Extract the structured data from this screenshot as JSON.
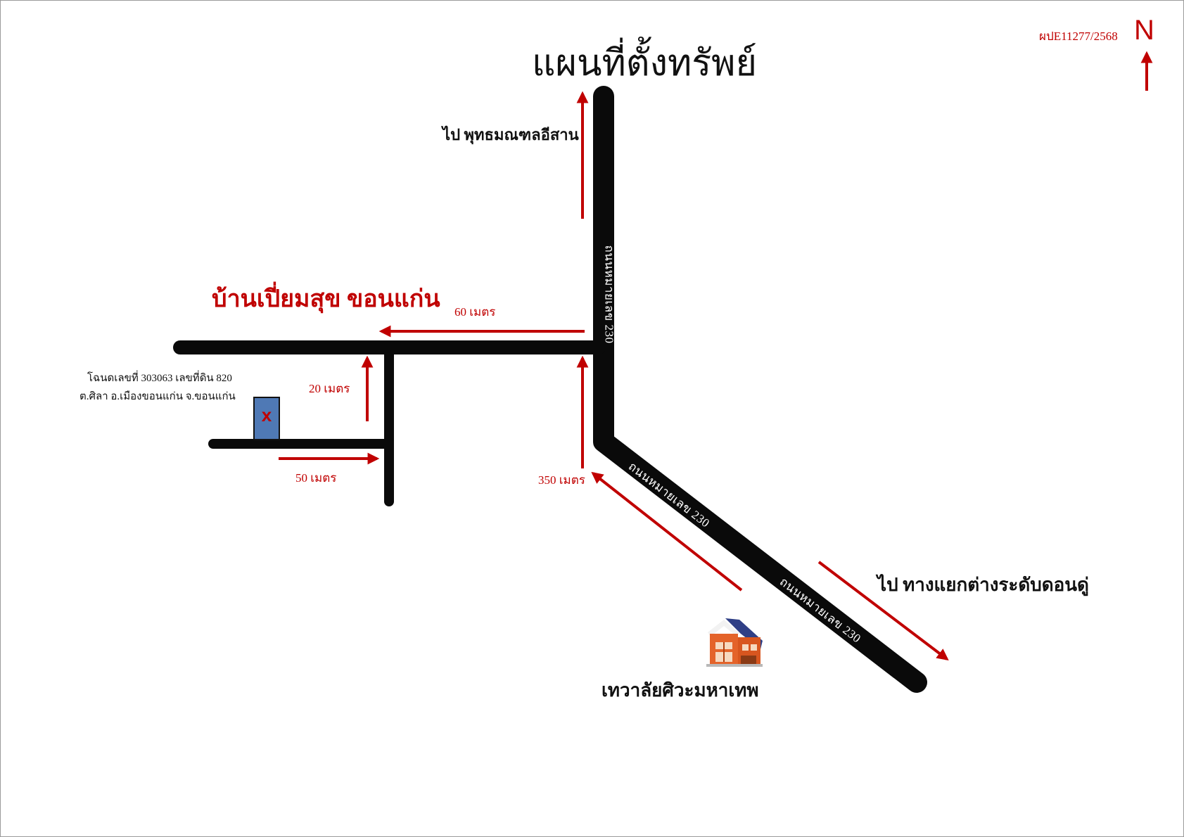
{
  "title": "แผนที่ตั้งทรัพย์",
  "reference_code": "ผปE11277/2568",
  "north_label": "N",
  "property_name": "บ้านเปี่ยมสุข ขอนแก่น",
  "deed_line1": "โฉนดเลขที่ 303063 เลขที่ดิน 820",
  "deed_line2": "ต.ศิลา อ.เมืองขอนแก่น จ.ขอนแก่น",
  "property_marker": "x",
  "road_name": "ถนนหมายเลข 230",
  "direction_north": "ไป พุทธมณฑลอีสาน",
  "direction_southeast": "ไป ทางแยกต่างระดับดอนดู่",
  "landmark": "เทวาลัยศิวะมหาเทพ",
  "landmark_icon": "house-icon",
  "distances": {
    "d60": "60 เมตร",
    "d20": "20 เมตร",
    "d50": "50 เมตร",
    "d350": "350 เมตร"
  },
  "colors": {
    "road": "#0a0a0a",
    "arrow": "#c00000",
    "plot": "#4f79b5",
    "text_red": "#c00000"
  }
}
